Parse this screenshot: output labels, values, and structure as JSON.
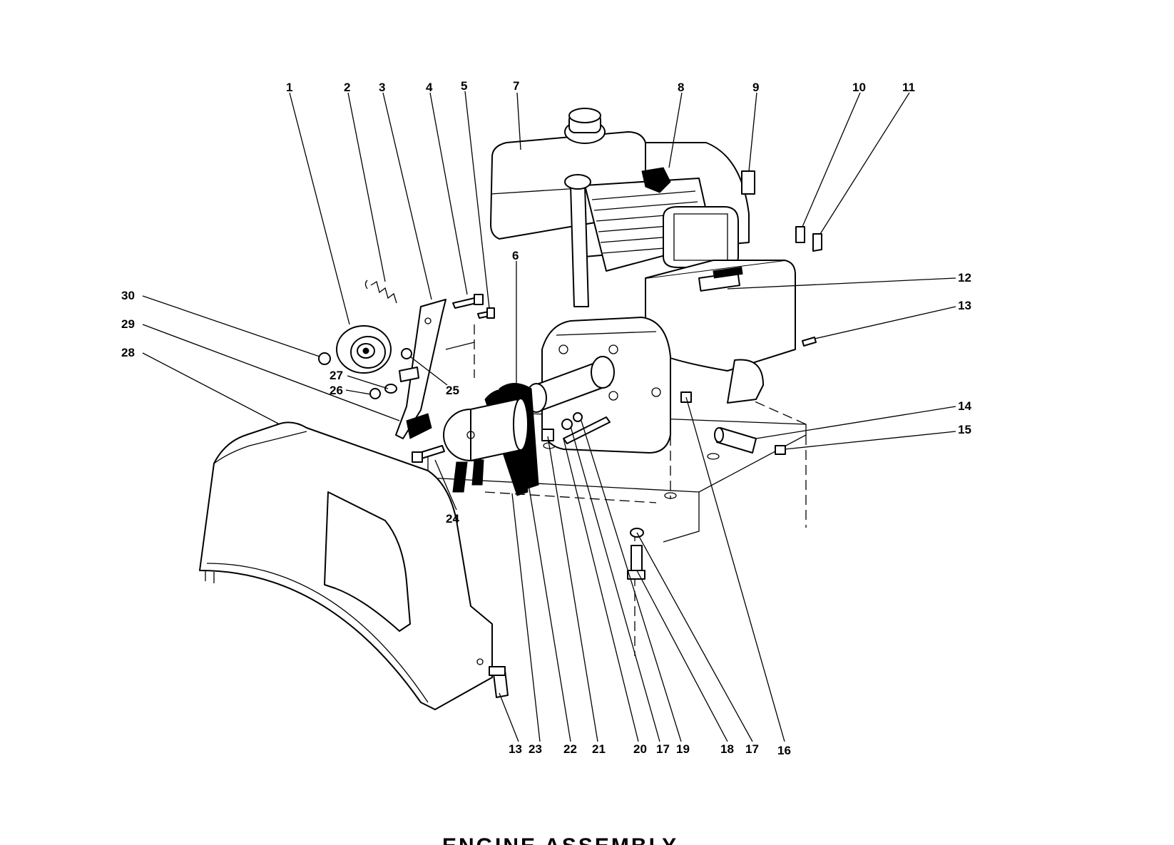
{
  "figure": {
    "caption": "ENGINE ASSEMBLY",
    "parts": [
      {
        "id": "1",
        "label": "1"
      },
      {
        "id": "2",
        "label": "2"
      },
      {
        "id": "3",
        "label": "3"
      },
      {
        "id": "4",
        "label": "4"
      },
      {
        "id": "5",
        "label": "5"
      },
      {
        "id": "6",
        "label": "6"
      },
      {
        "id": "7",
        "label": "7"
      },
      {
        "id": "8",
        "label": "8"
      },
      {
        "id": "9",
        "label": "9"
      },
      {
        "id": "10",
        "label": "10"
      },
      {
        "id": "11",
        "label": "11"
      },
      {
        "id": "12",
        "label": "12"
      },
      {
        "id": "13a",
        "label": "13"
      },
      {
        "id": "13b",
        "label": "13"
      },
      {
        "id": "14",
        "label": "14"
      },
      {
        "id": "15",
        "label": "15"
      },
      {
        "id": "16",
        "label": "16"
      },
      {
        "id": "17a",
        "label": "17"
      },
      {
        "id": "17b",
        "label": "17"
      },
      {
        "id": "18",
        "label": "18"
      },
      {
        "id": "19",
        "label": "19"
      },
      {
        "id": "20",
        "label": "20"
      },
      {
        "id": "21",
        "label": "21"
      },
      {
        "id": "22",
        "label": "22"
      },
      {
        "id": "23",
        "label": "23"
      },
      {
        "id": "24",
        "label": "24"
      },
      {
        "id": "25",
        "label": "25"
      },
      {
        "id": "26",
        "label": "26"
      },
      {
        "id": "27",
        "label": "27"
      },
      {
        "id": "28",
        "label": "28"
      },
      {
        "id": "29",
        "label": "29"
      },
      {
        "id": "30",
        "label": "30"
      }
    ]
  }
}
